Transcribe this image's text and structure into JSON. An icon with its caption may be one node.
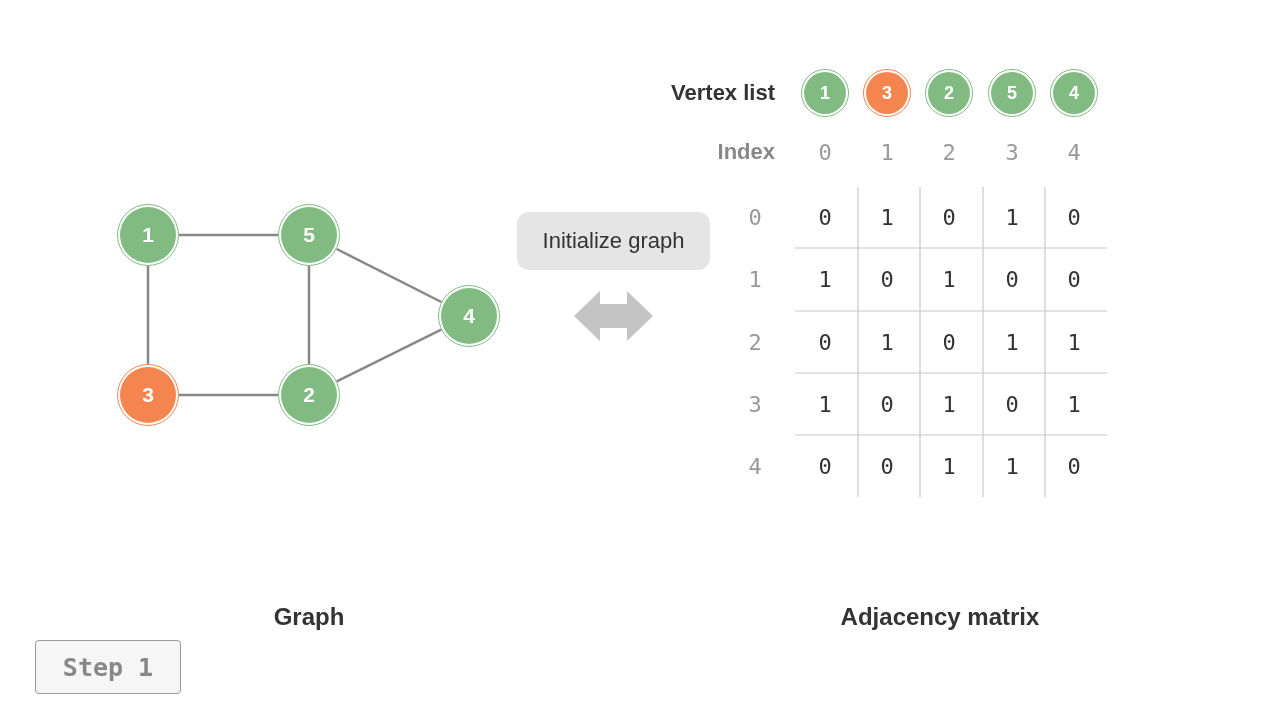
{
  "diagram": {
    "nodes": [
      {
        "text": [
          "1"
        ]
      },
      {
        "text": [
          "5"
        ]
      },
      {
        "text": [
          "4"
        ]
      },
      {
        "text": [
          "3"
        ]
      },
      {
        "text": [
          "2"
        ]
      },
      {
        "text": [
          "1"
        ]
      },
      {
        "text": [
          "3"
        ]
      },
      {
        "text": [
          "2"
        ]
      },
      {
        "text": [
          "5"
        ]
      },
      {
        "text": [
          "4"
        ]
      },
      {
        "text": [
          "Initialize graph"
        ]
      },
      {
        "text": [
          "Step 1"
        ]
      }
    ],
    "edges": [
      {
        "from": 0,
        "to": 1,
        "arrow": "none"
      },
      {
        "from": 0,
        "to": 3,
        "arrow": "none"
      },
      {
        "from": 1,
        "to": 4,
        "arrow": "none"
      },
      {
        "from": 1,
        "to": 2,
        "arrow": "none"
      },
      {
        "from": 3,
        "to": 4,
        "arrow": "none"
      },
      {
        "from": 4,
        "to": 2,
        "arrow": "none"
      }
    ],
    "labels": [
      "Vertex list",
      "Index",
      "0",
      "1",
      "2",
      "3",
      "4",
      "0",
      "0",
      "1",
      "0",
      "1",
      "0",
      "1",
      "1",
      "0",
      "1",
      "0",
      "0",
      "2",
      "0",
      "1",
      "0",
      "1",
      "1",
      "3",
      "1",
      "0",
      "1",
      "0",
      "1",
      "4",
      "0",
      "0",
      "1",
      "1",
      "0",
      "Graph",
      "Adjacency matrix"
    ]
  }
}
